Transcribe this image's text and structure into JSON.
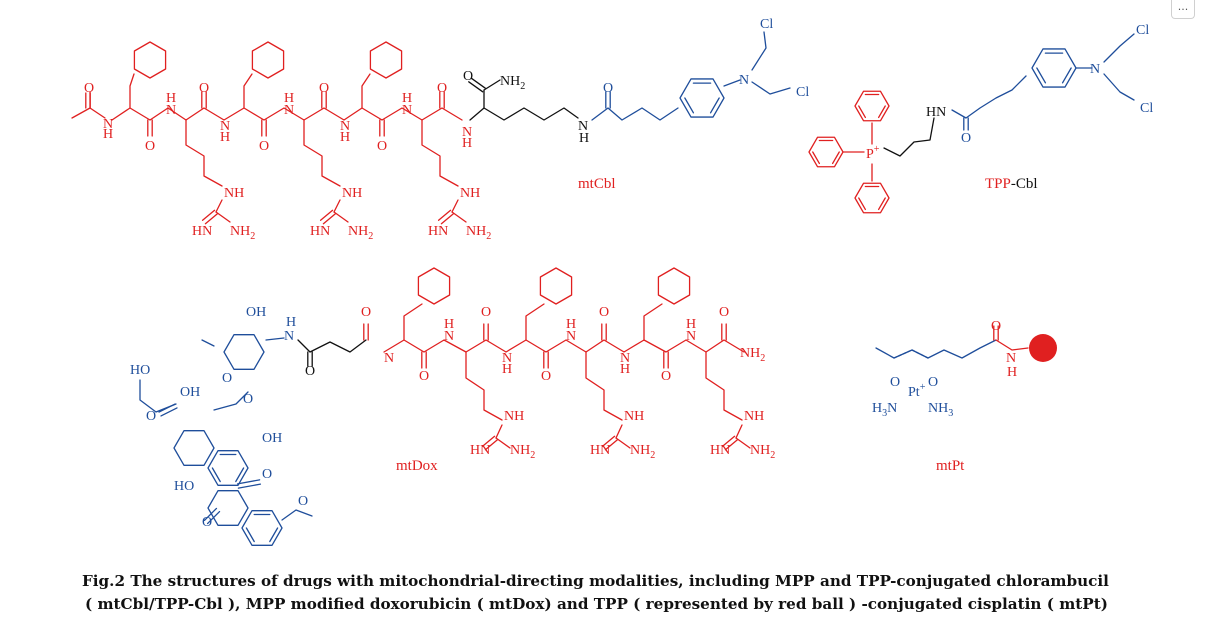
{
  "figure": {
    "caption_line1": "Fig.2   The structures of drugs with mitochondrial-directing modalities, including MPP and TPP-conjugated chlorambucil",
    "caption_line2": "( mtCbl/TPP-Cbl ), MPP modified doxorubicin ( mtDox) and TPP ( represented by red ball ) -conjugated cisplatin ( mtPt)"
  },
  "compounds": {
    "mtcbl": "mtCbl",
    "tppcbl_prefix": "TPP",
    "tppcbl_suffix": "-Cbl",
    "mtdox": "mtDox",
    "mtpt": "mtPt"
  },
  "atoms": {
    "O": "O",
    "H": "H",
    "N": "N",
    "NH": "NH",
    "NH2": "NH",
    "HN": "HN",
    "Cl": "Cl",
    "P": "P",
    "OH": "OH",
    "HO": "HO",
    "Pt": "Pt",
    "H3N": "H",
    "NH3": "NH",
    "plus": "+",
    "sub2": "2",
    "sub3": "3"
  },
  "colors": {
    "mpp_red": "#e02020",
    "drug_blue": "#1f4e9b",
    "linker_black": "#111111"
  },
  "toolbar": {
    "more_label": "···"
  }
}
